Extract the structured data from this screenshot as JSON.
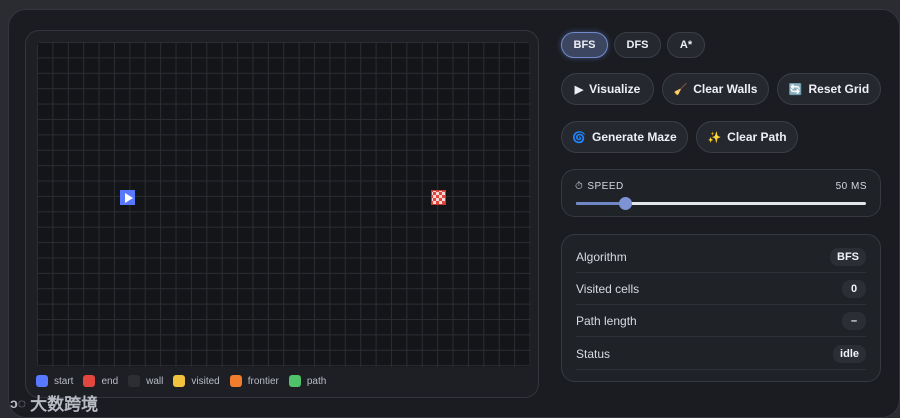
{
  "algorithms": [
    {
      "label": "BFS",
      "active": true
    },
    {
      "label": "DFS",
      "active": false
    },
    {
      "label": "A*",
      "active": false
    }
  ],
  "actions": {
    "visualize": {
      "label": "Visualize",
      "icon": "play-icon"
    },
    "clear_walls": {
      "label": "Clear Walls",
      "icon": "broom-icon"
    },
    "reset_grid": {
      "label": "Reset Grid",
      "icon": "refresh-icon"
    },
    "generate_maze": {
      "label": "Generate Maze",
      "icon": "swirl-icon"
    },
    "clear_path": {
      "label": "Clear Path",
      "icon": "sparkles-icon"
    }
  },
  "speed": {
    "label": "SPEED",
    "value_text": "50 MS",
    "fraction": 0.17,
    "icon": "stopwatch-icon"
  },
  "stats": [
    {
      "label": "Algorithm",
      "value": "BFS"
    },
    {
      "label": "Visited cells",
      "value": "0"
    },
    {
      "label": "Path length",
      "value": "–"
    },
    {
      "label": "Status",
      "value": "idle"
    }
  ],
  "legend": [
    {
      "label": "start",
      "color": "#5878ff"
    },
    {
      "label": "end",
      "color": "#e1473e"
    },
    {
      "label": "wall",
      "color": "#2c2e34"
    },
    {
      "label": "visited",
      "color": "#f0c23e"
    },
    {
      "label": "frontier",
      "color": "#f07c2e"
    },
    {
      "label": "path",
      "color": "#4fc26a"
    }
  ],
  "watermark": {
    "text": "大数跨境"
  }
}
